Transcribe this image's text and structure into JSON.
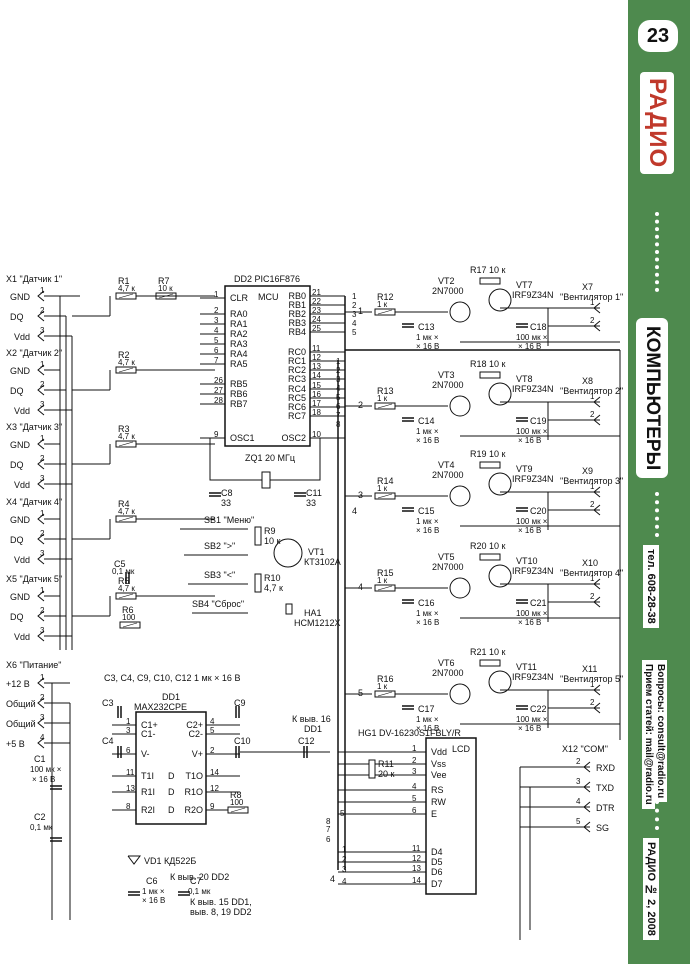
{
  "magazine": {
    "page_number": "23",
    "logo": "РАДИО",
    "section": "КОМПЬЮТЕРЫ",
    "phone": "тел. 608-28-38",
    "emails": [
      "Прием статей: mail@radio.ru",
      "Вопросы: consult@radio.ru"
    ],
    "issue": "РАДИО № 2, 2008"
  },
  "schematic": {
    "mcu": {
      "ref": "DD2",
      "part": "PIC16F876",
      "tag": "MCU",
      "pins_left": [
        "CLR",
        "RA0",
        "RA1",
        "RA2",
        "RA3",
        "RA4",
        "RA5",
        "RB5",
        "RB6",
        "RB7",
        "OSC1"
      ],
      "pins_left_num": [
        "1",
        "2",
        "3",
        "4",
        "5",
        "6",
        "7",
        "26",
        "27",
        "28",
        "9"
      ],
      "pins_right": [
        "RB0",
        "RB1",
        "RB2",
        "RB3",
        "RB4",
        "RC0",
        "RC1",
        "RC2",
        "RC3",
        "RC4",
        "RC5",
        "RC6",
        "RC7",
        "OSC2"
      ],
      "pins_right_num": [
        "21",
        "22",
        "23",
        "24",
        "25",
        "11",
        "12",
        "13",
        "14",
        "15",
        "16",
        "17",
        "18",
        "10"
      ],
      "bus_nums": [
        "1",
        "2",
        "3",
        "4",
        "5",
        "1",
        "2",
        "3",
        "4",
        "5",
        "6",
        "7",
        "8"
      ]
    },
    "sensors": [
      {
        "label": "X1 \"Датчик 1\"",
        "r_pull": "R1",
        "r_val": "4,7 к",
        "r_ser": "R7",
        "r_ser_val": "10 к"
      },
      {
        "label": "X2 \"Датчик 2\"",
        "r_pull": "R2",
        "r_val": "4,7 к"
      },
      {
        "label": "X3 \"Датчик 3\"",
        "r_pull": "R3",
        "r_val": "4,7 к"
      },
      {
        "label": "X4 \"Датчик 4\"",
        "r_pull": "R4",
        "r_val": "4,7 к"
      },
      {
        "label": "X5 \"Датчик 5\"",
        "r_pull": "R5",
        "r_val": "4,7 к"
      }
    ],
    "sensor_pins": [
      "GND",
      "DQ",
      "Vdd"
    ],
    "pin_nums": [
      "1",
      "2",
      "3"
    ],
    "power": {
      "label": "X6 \"Питание\"",
      "pins": [
        "+12 В",
        "Общий",
        "Общий",
        "+5 В"
      ],
      "nums": [
        "1",
        "2",
        "3",
        "4"
      ]
    },
    "fans": [
      {
        "r_gate": "R12",
        "r_gate_val": "1 к",
        "c_gate": "C13",
        "vt_small": "VT2",
        "vt_small_part": "2N7000",
        "r_pull": "R17",
        "r_pull_val": "10 к",
        "vt_big": "VT7",
        "vt_big_part": "IRF9Z34N",
        "c_out": "C18",
        "conn": "X7",
        "conn_label": "\"Вентилятор 1\""
      },
      {
        "r_gate": "R13",
        "r_gate_val": "1 к",
        "c_gate": "C14",
        "vt_small": "VT3",
        "vt_small_part": "2N7000",
        "r_pull": "R18",
        "r_pull_val": "10 к",
        "vt_big": "VT8",
        "vt_big_part": "IRF9Z34N",
        "c_out": "C19",
        "conn": "X8",
        "conn_label": "\"Вентилятор 2\""
      },
      {
        "r_gate": "R14",
        "r_gate_val": "1 к",
        "c_gate": "C15",
        "vt_small": "VT4",
        "vt_small_part": "2N7000",
        "r_pull": "R19",
        "r_pull_val": "10 к",
        "vt_big": "VT9",
        "vt_big_part": "IRF9Z34N",
        "c_out": "C20",
        "conn": "X9",
        "conn_label": "\"Вентилятор 3\""
      },
      {
        "r_gate": "R15",
        "r_gate_val": "1 к",
        "c_gate": "C16",
        "vt_small": "VT5",
        "vt_small_part": "2N7000",
        "r_pull": "R20",
        "r_pull_val": "10 к",
        "vt_big": "VT10",
        "vt_big_part": "IRF9Z34N",
        "c_out": "C21",
        "conn": "X10",
        "conn_label": "\"Вентилятор 4\""
      },
      {
        "r_gate": "R16",
        "r_gate_val": "1 к",
        "c_gate": "C17",
        "vt_small": "VT6",
        "vt_small_part": "2N7000",
        "r_pull": "R21",
        "r_pull_val": "10 к",
        "vt_big": "VT11",
        "vt_big_part": "IRF9Z34N",
        "c_out": "C22",
        "conn": "X11",
        "conn_label": "\"Вентилятор 5\""
      }
    ],
    "fan_gate_cap": [
      "1 мк ×",
      "× 16 В"
    ],
    "fan_out_cap": [
      "100 мк ×",
      "× 16 В"
    ],
    "fan_bus_nums": [
      "1",
      "2",
      "3",
      "4",
      "5"
    ],
    "crystal": {
      "ref": "ZQ1",
      "val": "20 МГц",
      "c8": "C8",
      "c8v": "33",
      "c11": "C11",
      "c11v": "33"
    },
    "buttons": [
      "SB1 \"Меню\"",
      "SB2 \">\"",
      "SB3 \"<\"",
      "SB4 \"Сброс\""
    ],
    "beeper": {
      "r9": "R9",
      "r9v": "10 к",
      "r10": "R10",
      "r10v": "4,7 к",
      "vt1": "VT1",
      "vt1p": "КТ3102А",
      "ha": "HA1",
      "hap": "HCM1212X"
    },
    "r6": {
      "ref": "R6",
      "val": "100"
    },
    "c5": {
      "ref": "C5",
      "val": "0,1 мк"
    },
    "max232": {
      "ref": "DD1",
      "part": "MAX232CPE",
      "caps_note": "C3, C4, C9, C10, C12  1 мк × 16 В",
      "left": [
        "C1+",
        "C1-",
        "V-",
        "T1I",
        "R1I",
        "R2I"
      ],
      "right": [
        "C2+",
        "C2-",
        "V+",
        "T1O",
        "R1O",
        "R2O"
      ],
      "mid": [
        "D",
        "D",
        "D"
      ],
      "lnums": [
        "1",
        "3",
        "6",
        "11",
        "13",
        "8"
      ],
      "rnums": [
        "4",
        "5",
        "2",
        "14",
        "12",
        "9"
      ],
      "c3": "C3",
      "c4": "C4",
      "c9": "C9",
      "c10": "C10",
      "c12": "C12",
      "note16": "К выв. 16",
      "note16b": "DD1"
    },
    "c1": {
      "ref": "C1",
      "val": [
        "100 мк ×",
        "× 16 В"
      ]
    },
    "c2": {
      "ref": "C2",
      "val": "0,1 мк"
    },
    "r8": {
      "ref": "R8",
      "val": "100"
    },
    "lcd": {
      "ref": "HG1 DV-16230S1FBLY/R",
      "tag": "LCD",
      "pins": [
        "Vdd",
        "Vss",
        "Vee",
        "RS",
        "RW",
        "E",
        "D4",
        "D5",
        "D6",
        "D7"
      ],
      "nums": [
        "1",
        "2",
        "3",
        "4",
        "5",
        "6",
        "11",
        "12",
        "13",
        "14"
      ],
      "r11": "R11",
      "r11v": "20 к"
    },
    "com": {
      "label": "X12 \"COM\"",
      "pins": [
        "RXD",
        "TXD",
        "DTR",
        "SG"
      ],
      "nums": [
        "2",
        "3",
        "4",
        "5"
      ]
    },
    "power_section": {
      "vd": "VD1 КД522Б",
      "note20": "К выв. 20 DD2",
      "c6": "C6",
      "c6v": [
        "1 мк ×",
        "× 16 В"
      ],
      "c7": "C7",
      "c7v": "0,1 мк",
      "note15": "К выв. 15 DD1,",
      "note15b": "выв. 8, 19 DD2"
    },
    "misc_nums": [
      "8",
      "7",
      "6",
      "5",
      "1",
      "2",
      "3",
      "4",
      "4",
      "4"
    ]
  }
}
